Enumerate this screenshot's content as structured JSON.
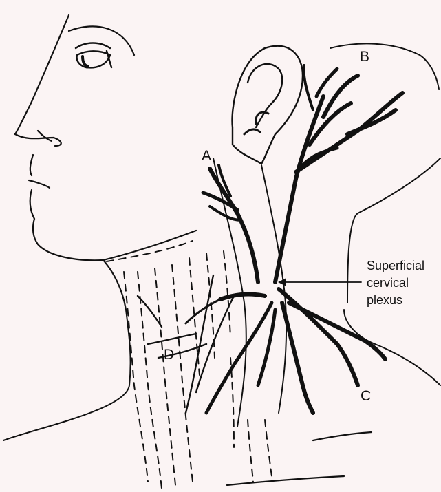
{
  "diagram": {
    "labels": {
      "a": "A",
      "b": "B",
      "c": "C",
      "d": "D"
    },
    "annotation": {
      "line1": "Superficial",
      "line2": "cervical",
      "line3": "plexus"
    },
    "colors": {
      "paper": "#fbf4f4",
      "ink": "#111111"
    }
  }
}
